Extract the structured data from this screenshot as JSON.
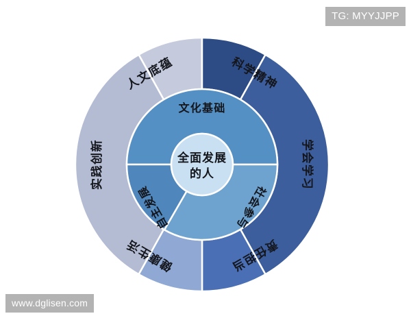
{
  "watermarks": {
    "top_right": "TG: MYYJJPP",
    "bottom_left": "www.dglisen.com"
  },
  "diagram": {
    "title": "",
    "center": {
      "line1": "全面发展",
      "line2": "的人",
      "color": "#c9e0f2"
    },
    "middle_ring": [
      {
        "label": "文化基础",
        "color": "#5590c4"
      },
      {
        "label": "社会参与",
        "color": "#6ea2cf"
      },
      {
        "label": "自主发展",
        "color": "#4f86bc"
      }
    ],
    "outer_ring": [
      {
        "label": "人文底蕴",
        "color": "#c5cbdd"
      },
      {
        "label": "科学精神",
        "color": "#2d4b85"
      },
      {
        "label": "学会学习",
        "color": "#3c5e9c"
      },
      {
        "label": "责任担当",
        "color": "#4a6fb5"
      },
      {
        "label": "健康生活",
        "color": "#8fa8d4"
      },
      {
        "label": "实践创新",
        "color": "#b4bcd4"
      }
    ],
    "ring_divider_color": "#ffffff",
    "background": "#ffffff"
  }
}
